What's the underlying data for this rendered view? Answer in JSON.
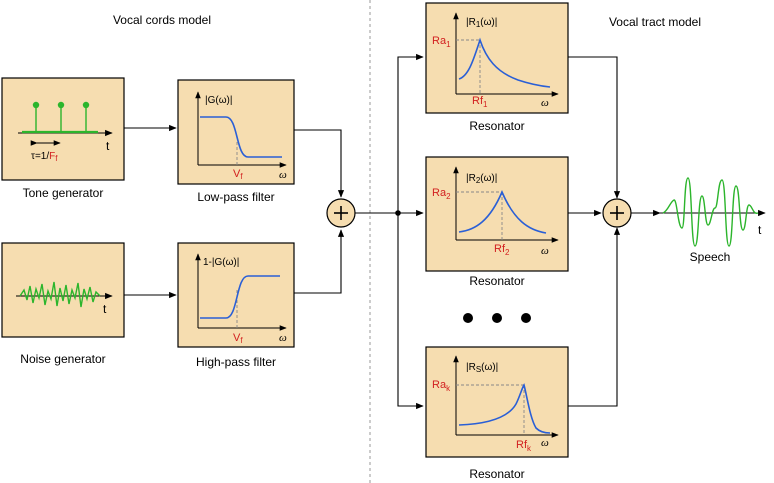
{
  "sections": {
    "vocal_cords": "Vocal cords model",
    "vocal_tract": "Vocal tract model"
  },
  "tone": {
    "caption": "Tone generator",
    "period_prefix": "τ=1/",
    "period_f": "F",
    "period_sub": "f",
    "t": "t"
  },
  "noise": {
    "caption": "Noise generator",
    "t": "t"
  },
  "lowpass": {
    "caption": "Low-pass filter",
    "ylabel": "|G(ω)|",
    "v": "V",
    "v_sub": "f",
    "omega": "ω"
  },
  "highpass": {
    "caption": "High-pass filter",
    "ylabel": "1-|G(ω)|",
    "v": "V",
    "v_sub": "f",
    "omega": "ω"
  },
  "resonators": [
    {
      "caption": "Resonator",
      "ylabel_pre": "|R",
      "ylabel_sub": "1",
      "ylabel_post": "(ω)|",
      "ra": "Ra",
      "ra_sub": "1",
      "rf": "Rf",
      "rf_sub": "1",
      "omega": "ω"
    },
    {
      "caption": "Resonator",
      "ylabel_pre": "|R",
      "ylabel_sub": "2",
      "ylabel_post": "(ω)|",
      "ra": "Ra",
      "ra_sub": "2",
      "rf": "Rf",
      "rf_sub": "2",
      "omega": "ω"
    },
    {
      "caption": "Resonator",
      "ylabel_pre": "|R",
      "ylabel_sub": "S",
      "ylabel_post": "(ω)|",
      "ra": "Ra",
      "ra_sub": "k",
      "rf": "Rf",
      "rf_sub": "k",
      "omega": "ω"
    }
  ],
  "output": {
    "caption": "Speech",
    "t": "t"
  },
  "colors": {
    "box_fill": "#f6ddb0",
    "curve": "#2a5fd6",
    "signal": "#2cb52c",
    "accent_red": "#d22020"
  }
}
